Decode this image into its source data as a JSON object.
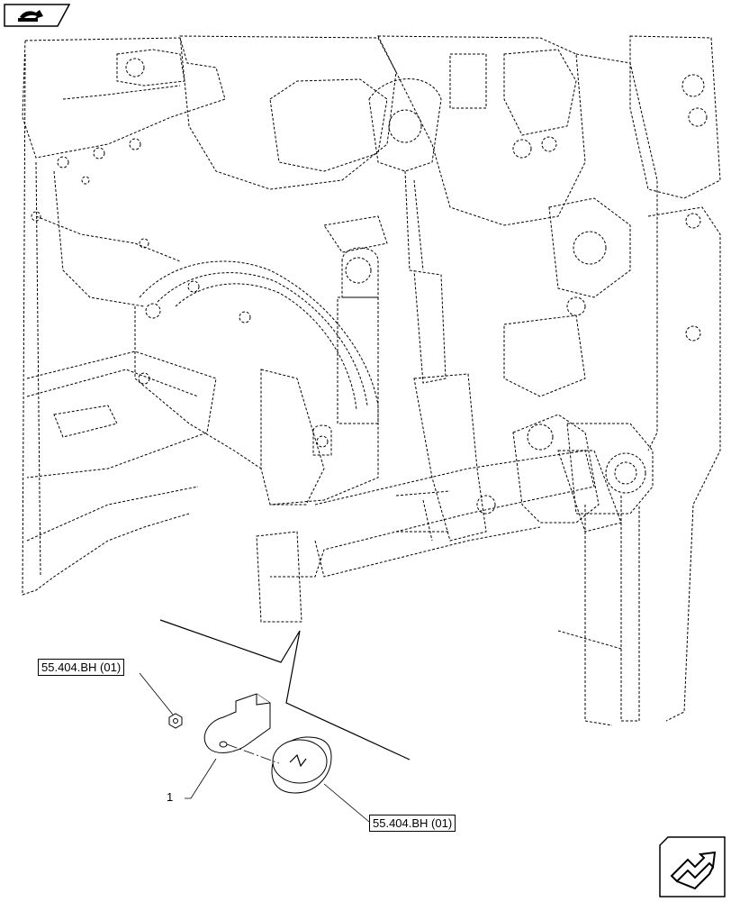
{
  "callouts": {
    "ref_upper": "55.404.BH (01)",
    "ref_lower": "55.404.BH (01)",
    "item_number": "1"
  },
  "icons": {
    "top_left": "book-arrow-icon",
    "bottom_right": "next-page-arrow-icon"
  },
  "colors": {
    "line": "#000000",
    "background": "#ffffff"
  }
}
